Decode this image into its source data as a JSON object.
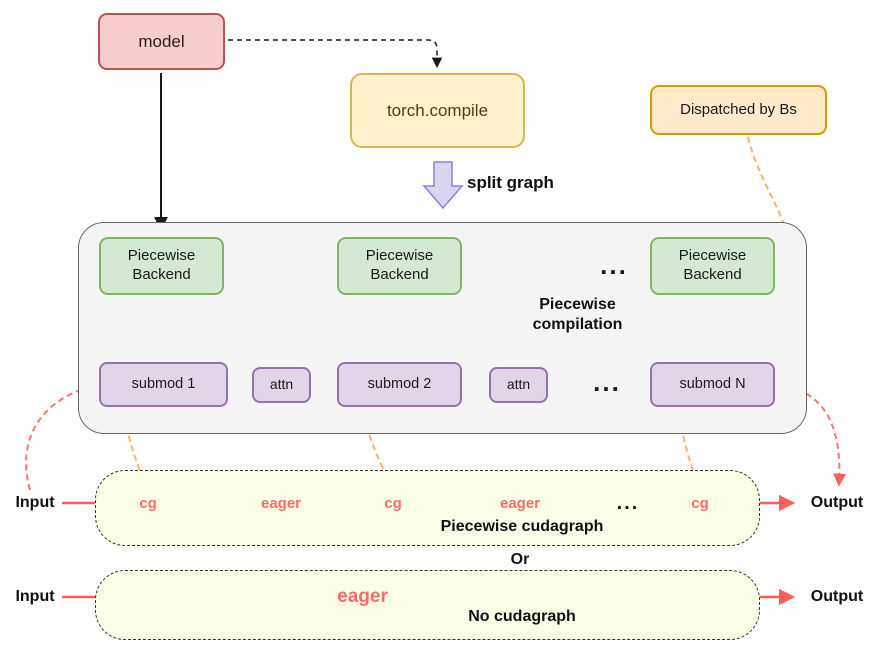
{
  "nodes": {
    "model": "model",
    "torch_compile": "torch.compile",
    "dispatched_by": "Dispatched by Bs",
    "split_graph": "split graph",
    "backend": "Piecewise Backend",
    "ellipsis": "...",
    "compilation_label": "Piecewise compilation",
    "submod1": "submod 1",
    "submod2": "submod 2",
    "submodN": "submod N",
    "attn": "attn"
  },
  "cudagraph_row": {
    "input": "Input",
    "output": "Output",
    "items": [
      "cg",
      "eager",
      "cg",
      "eager",
      "...",
      "cg"
    ],
    "label": "Piecewise cudagraph"
  },
  "or_label": "Or",
  "eager_row": {
    "input": "Input",
    "output": "Output",
    "eager": "eager",
    "label": "No cudagraph"
  },
  "colors": {
    "model_fill": "#f8cecc",
    "model_stroke": "#b85450",
    "compile_fill": "#fff2cc",
    "compile_stroke": "#d6b656",
    "dispatch_fill": "#ffe9c9",
    "dispatch_stroke": "#d79b00",
    "backend_fill": "#d5e8d4",
    "backend_stroke": "#82b366",
    "submod_fill": "#e1d5e7",
    "submod_stroke": "#9673a6",
    "container_fill": "#f5f5f5",
    "cudagraph_fill": "#fbffe6",
    "red_arrow": "#ff5c5c",
    "orange_arrow": "#ffb066",
    "flow_text": "#fb6b6b"
  }
}
